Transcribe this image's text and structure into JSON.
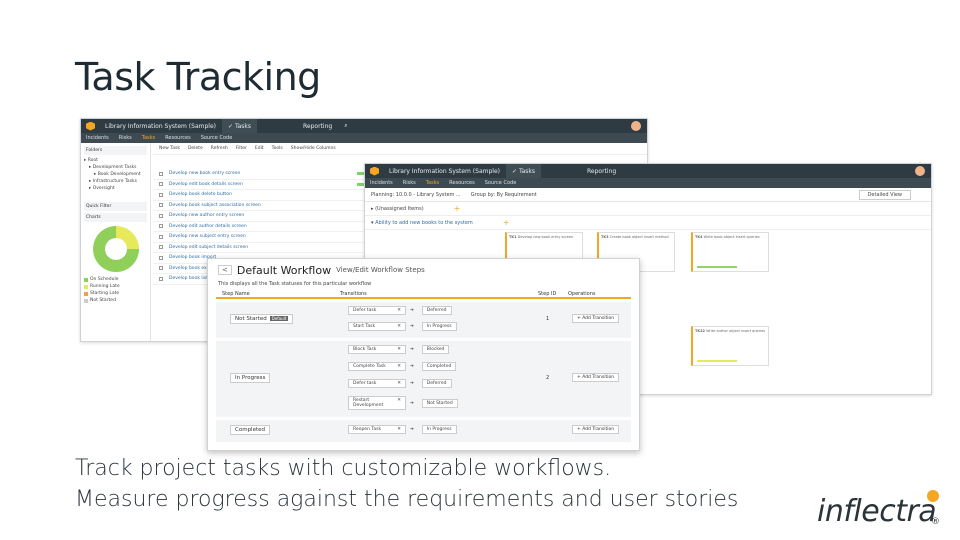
{
  "slide": {
    "title": "Task Tracking",
    "caption_line1": "Track project tasks with customizable workflows.",
    "caption_line2": "Measure progress against the requirements and user stories",
    "brand": "inflectra",
    "registered": "®"
  },
  "colors": {
    "accent": "#f5a623",
    "topbar": "#2f3b42",
    "progress": "#7dd36b"
  },
  "window_tasks": {
    "product": "Library Information System (Sample)",
    "artifact": "Tasks",
    "reporting": "Reporting",
    "nav": [
      "Incidents",
      "Risks",
      "Tasks",
      "Resources",
      "Source Code"
    ],
    "folders_label": "Folders",
    "tree": [
      "Root",
      "Development Tasks",
      "Book Development",
      "Infrastructure Tasks",
      "Oversight"
    ],
    "toolbar": [
      "New Task",
      "Delete",
      "Refresh",
      "Filter",
      "Edit",
      "Tools",
      "Show/Hide Columns"
    ],
    "tasks": [
      "Develop new book entry screen",
      "Develop edit book details screen",
      "Develop book delete button",
      "Develop book subject association screen",
      "Develop new author entry screen",
      "Develop edit author details screen",
      "Develop new subject entry screen",
      "Develop edit subject details screen",
      "Develop book import",
      "Develop book export",
      "Develop book list"
    ],
    "quick_filter": "Quick Filter",
    "charts": "Charts",
    "legend": [
      "On Schedule",
      "Running Late",
      "Starting Late",
      "Not Started"
    ],
    "legend_colors": [
      "#8fcf5a",
      "#e6e95a",
      "#f0a04b",
      "#cccccc"
    ]
  },
  "window_planning": {
    "product": "Library Information System (Sample)",
    "artifact": "Tasks",
    "reporting": "Reporting",
    "nav": [
      "Incidents",
      "Risks",
      "Tasks",
      "Resources",
      "Source Code"
    ],
    "planning": "Planning: 10.0.0 - Library System ...",
    "group_by": "Group by: By Requirement",
    "detailed_view": "Detailed View",
    "unassigned": "(Unassigned Items)",
    "requirement": "Ability to add new books to the system",
    "cards": [
      {
        "id": "TK1",
        "text": "Develop new book entry screen"
      },
      {
        "id": "TK3",
        "text": "Create book object insert method"
      },
      {
        "id": "TK4",
        "text": "Write book object insert queries"
      },
      {
        "id": "TK22",
        "text": "Write author object insert queries"
      }
    ]
  },
  "window_workflow": {
    "back": "<",
    "title": "Default Workflow",
    "subtitle": "View/Edit Workflow Steps",
    "description": "This displays all the Task statuses for this particular workflow",
    "columns": [
      "Step Name",
      "Transitions",
      "Step ID",
      "Operations"
    ],
    "default_badge": "Default",
    "add_label": "Add Transition",
    "steps": [
      {
        "name": "Not Started",
        "count": "1",
        "transitions": [
          {
            "name": "Defer task",
            "target": "Deferred"
          },
          {
            "name": "Start Task",
            "target": "In Progress"
          }
        ]
      },
      {
        "name": "In Progress",
        "count": "2",
        "transitions": [
          {
            "name": "Block Task",
            "target": "Blocked"
          },
          {
            "name": "Complete Task",
            "target": "Completed"
          },
          {
            "name": "Defer task",
            "target": "Deferred"
          },
          {
            "name": "Restart Development",
            "target": "Not Started"
          }
        ]
      },
      {
        "name": "Completed",
        "count": "",
        "transitions": [
          {
            "name": "Reopen Task",
            "target": "In Progress"
          }
        ]
      }
    ]
  }
}
